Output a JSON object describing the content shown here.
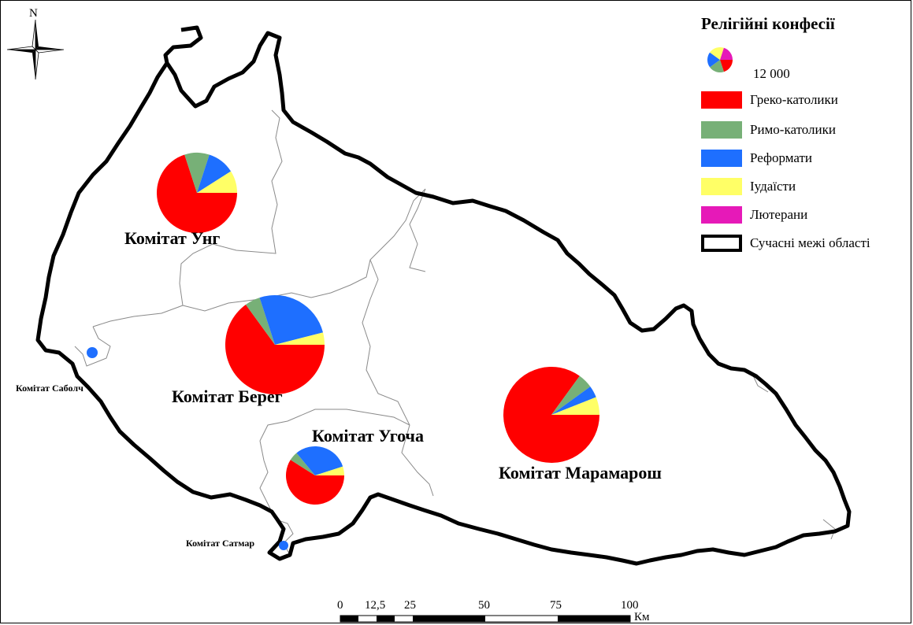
{
  "legend": {
    "title": "Релігійні конфесії",
    "size_value": "12 000",
    "items": [
      {
        "label": "Греко-католики",
        "color": "#ff0000"
      },
      {
        "label": "Римо-католики",
        "color": "#77b077"
      },
      {
        "label": "Реформати",
        "color": "#1e6fff"
      },
      {
        "label": "Іудаїсти",
        "color": "#ffff66"
      },
      {
        "label": "Лютерани",
        "color": "#e619b8"
      },
      {
        "label": "Сучасні межі області",
        "color": "#000000"
      }
    ]
  },
  "compass": {
    "north_label": "N",
    "icon": "compass-rose-icon"
  },
  "regions": [
    {
      "name": "Комітат Унг",
      "shares": {
        "greek": 0.7,
        "roman": 0.1,
        "reform": 0.11,
        "jewish": 0.09,
        "luth": 0.0
      }
    },
    {
      "name": "Комітат Берег",
      "shares": {
        "greek": 0.65,
        "roman": 0.05,
        "reform": 0.26,
        "jewish": 0.04,
        "luth": 0.0
      }
    },
    {
      "name": "Комітат Угоча",
      "shares": {
        "greek": 0.59,
        "roman": 0.05,
        "reform": 0.31,
        "jewish": 0.05,
        "luth": 0.0
      }
    },
    {
      "name": "Комітат Марамарош",
      "shares": {
        "greek": 0.85,
        "roman": 0.05,
        "reform": 0.04,
        "jewish": 0.06,
        "luth": 0.0
      }
    },
    {
      "name": "Комітат Саболч",
      "shares": {
        "greek": 0.0,
        "roman": 0.0,
        "reform": 1.0,
        "jewish": 0.0,
        "luth": 0.0
      }
    },
    {
      "name": "Комітат Сатмар",
      "shares": {
        "greek": 0.0,
        "roman": 0.0,
        "reform": 1.0,
        "jewish": 0.0,
        "luth": 0.0
      }
    }
  ],
  "scale_bar": {
    "ticks": [
      "0",
      "12,5",
      "25",
      "50",
      "75",
      "100"
    ],
    "unit": "Км"
  }
}
